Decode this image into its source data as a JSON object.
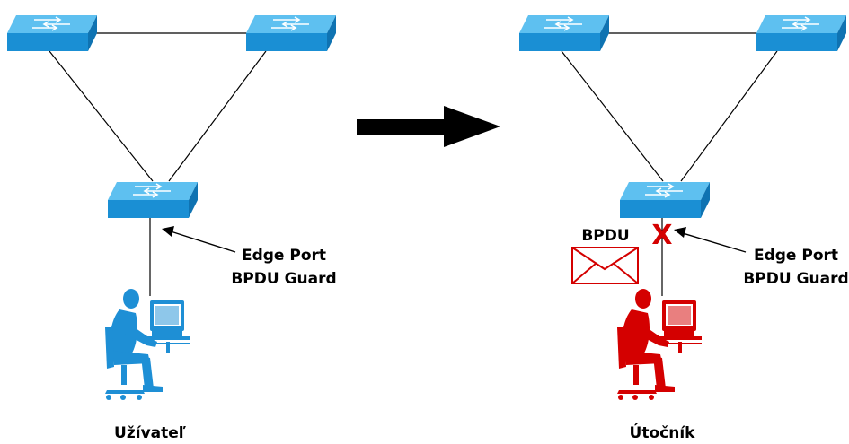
{
  "left_scene": {
    "edge_port_line1": "Edge Port",
    "edge_port_line2": "BPDU Guard",
    "user_label": "Užívateľ"
  },
  "right_scene": {
    "edge_port_line1": "Edge Port",
    "edge_port_line2": "BPDU Guard",
    "bpdu_label": "BPDU",
    "attacker_label": "Útočník",
    "block_mark": "X"
  },
  "colors": {
    "switch_blue": "#2e9fdc",
    "user_blue": "#1e8fd5",
    "attacker_red": "#d40000"
  },
  "icons": [
    "switch-icon",
    "user-at-computer-icon",
    "attacker-at-computer-icon",
    "envelope-icon",
    "arrow-right-icon"
  ]
}
